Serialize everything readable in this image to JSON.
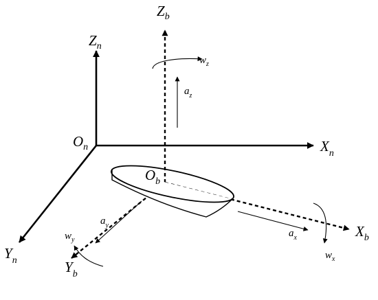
{
  "nav_frame": {
    "origin": {
      "main": "O",
      "sub": "n"
    },
    "x_axis": {
      "main": "X",
      "sub": "n"
    },
    "y_axis": {
      "main": "Y",
      "sub": "n"
    },
    "z_axis": {
      "main": "Z",
      "sub": "n"
    }
  },
  "body_frame": {
    "origin": {
      "main": "O",
      "sub": "b"
    },
    "x_axis": {
      "main": "X",
      "sub": "b"
    },
    "y_axis": {
      "main": "Y",
      "sub": "b"
    },
    "z_axis": {
      "main": "Z",
      "sub": "b"
    }
  },
  "accelerations": {
    "ax": {
      "main": "a",
      "sub": "x"
    },
    "ay": {
      "main": "a",
      "sub": "y"
    },
    "az": {
      "main": "a",
      "sub": "z"
    }
  },
  "angular_rates": {
    "wx": {
      "main": "w",
      "sub": "x"
    },
    "wy": {
      "main": "w",
      "sub": "y"
    },
    "wz": {
      "main": "w",
      "sub": "z"
    }
  }
}
